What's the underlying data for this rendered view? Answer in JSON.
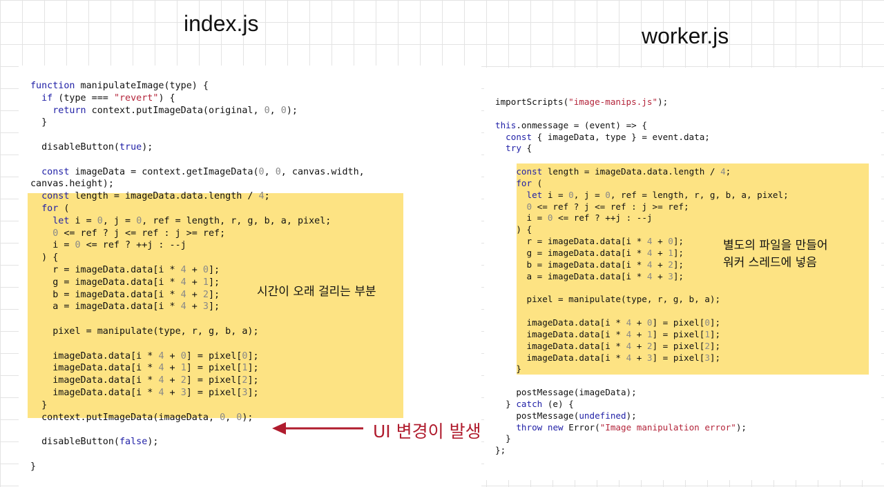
{
  "titles": {
    "left": "index.js",
    "right": "worker.js"
  },
  "colors": {
    "highlight": "#fde383",
    "keyword": "#1f1fa6",
    "string": "#b3243a",
    "number": "#888888",
    "annotation_red": "#b01c2e"
  },
  "annotations": {
    "slow_part": "시간이 오래 걸리는 부분",
    "worker_line1": "별도의 파일을 만들어",
    "worker_line2": "워커 스레드에 넣음",
    "ui_change": "UI 변경이 발생"
  },
  "code_left": [
    "function manipulateImage(type) {",
    "  if (type === \"revert\") {",
    "    return context.putImageData(original, 0, 0);",
    "  }",
    "",
    "  disableButton(true);",
    "",
    "  const imageData = context.getImageData(0, 0, canvas.width,",
    "canvas.height);",
    "  const length = imageData.data.length / 4;",
    "  for (",
    "    let i = 0, j = 0, ref = length, r, g, b, a, pixel;",
    "    0 <= ref ? j <= ref : j >= ref;",
    "    i = 0 <= ref ? ++j : --j",
    "  ) {",
    "    r = imageData.data[i * 4 + 0];",
    "    g = imageData.data[i * 4 + 1];",
    "    b = imageData.data[i * 4 + 2];",
    "    a = imageData.data[i * 4 + 3];",
    "",
    "    pixel = manipulate(type, r, g, b, a);",
    "",
    "    imageData.data[i * 4 + 0] = pixel[0];",
    "    imageData.data[i * 4 + 1] = pixel[1];",
    "    imageData.data[i * 4 + 2] = pixel[2];",
    "    imageData.data[i * 4 + 3] = pixel[3];",
    "  }",
    "  context.putImageData(imageData, 0, 0);",
    "",
    "  disableButton(false);",
    "",
    "}"
  ],
  "code_right": [
    "importScripts(\"image-manips.js\");",
    "",
    "this.onmessage = (event) => {",
    "  const { imageData, type } = event.data;",
    "  try {",
    "",
    "    const length = imageData.data.length / 4;",
    "    for (",
    "      let i = 0, j = 0, ref = length, r, g, b, a, pixel;",
    "      0 <= ref ? j <= ref : j >= ref;",
    "      i = 0 <= ref ? ++j : --j",
    "    ) {",
    "      r = imageData.data[i * 4 + 0];",
    "      g = imageData.data[i * 4 + 1];",
    "      b = imageData.data[i * 4 + 2];",
    "      a = imageData.data[i * 4 + 3];",
    "",
    "      pixel = manipulate(type, r, g, b, a);",
    "",
    "      imageData.data[i * 4 + 0] = pixel[0];",
    "      imageData.data[i * 4 + 1] = pixel[1];",
    "      imageData.data[i * 4 + 2] = pixel[2];",
    "      imageData.data[i * 4 + 3] = pixel[3];",
    "    }",
    "",
    "    postMessage(imageData);",
    "  } catch (e) {",
    "    postMessage(undefined);",
    "    throw new Error(\"Image manipulation error\");",
    "  }",
    "};"
  ]
}
